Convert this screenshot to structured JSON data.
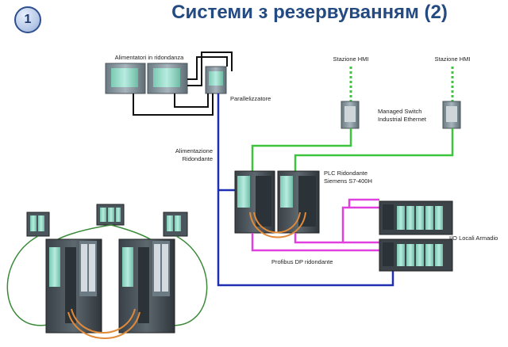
{
  "badge": "1",
  "title": "Системи з резервуванням (2)",
  "labels": {
    "power_supplies": "Alimentatori in ridondanza",
    "paralleler": "Parallelizzatore",
    "hmi_left": "Stazione HMI",
    "hmi_right": "Stazione HMI",
    "switch_line1": "Managed Switch",
    "switch_line2": "Industrial Ethernet",
    "power_line1": "Alimentazione",
    "power_line2": "Ridondante",
    "plc_line1": "PLC Ridondante",
    "plc_line2": "Siemens S7-400H",
    "io": "I/O Locali Armadio",
    "profibus": "Profibus DP ridondante"
  },
  "colors": {
    "title": "#244a82",
    "power_line": "#1f2fb0",
    "ethernet": "#3cc43c",
    "profibus": "#e040e0",
    "sync_fiber": "#e08a3a",
    "module_body": "#8b9aa3",
    "module_green": "#9fd9c8"
  }
}
